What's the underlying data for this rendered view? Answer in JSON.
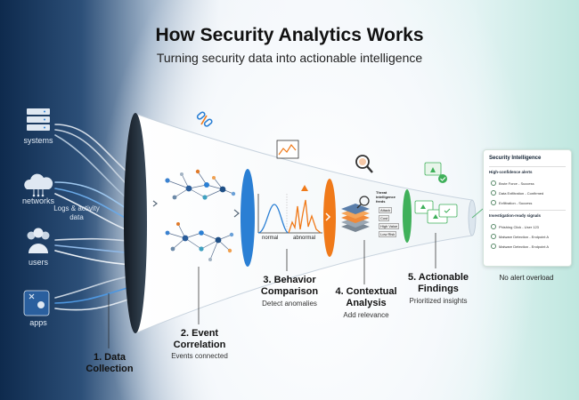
{
  "header": {
    "title": "How Security Analytics Works",
    "subtitle": "Turning security data into actionable intelligence"
  },
  "sources": [
    {
      "label": "systems",
      "icon": "server-rack-icon"
    },
    {
      "label": "networks",
      "icon": "cloud-network-icon"
    },
    {
      "label": "users",
      "icon": "users-icon"
    },
    {
      "label": "apps",
      "icon": "apps-grid-icon"
    }
  ],
  "flow_label": "Logs & activity data",
  "steps": [
    {
      "title": "1. Data Collection",
      "subtitle": ""
    },
    {
      "title": "2. Event Correlation",
      "subtitle": "Events connected"
    },
    {
      "title": "3. Behavior Comparison",
      "subtitle": "Detect anomalies"
    },
    {
      "title": "4. Contextual Analysis",
      "subtitle": "Add relevance"
    },
    {
      "title": "5. Actionable Findings",
      "subtitle": "Prioritized insights"
    }
  ],
  "behavior_chart": {
    "normal_label": "normal",
    "abnormal_label": "abnormal"
  },
  "intel": {
    "label": "Threat intelligence feeds",
    "severity_tags": [
      "Attack",
      "Cost",
      "High Value",
      "Low Risk"
    ]
  },
  "panel": {
    "title": "Security Intelligence",
    "high_conf_title": "High-confidence alerts",
    "high_conf_items": [
      "Brute Force - Success",
      "Data Exfiltration - Confirmed",
      "Exfiltration - Success"
    ],
    "signals_title": "Investigation-ready signals",
    "signals_items": [
      "Phishing Click - User 123",
      "Malware Detection - Endpoint A",
      "Malware Detection - Endpoint A"
    ]
  },
  "footer_note": "No alert overload",
  "colors": {
    "blue": "#2a7fd4",
    "orange": "#f07a1a",
    "green": "#3fb05a",
    "funnel_dark": "#1f2a36"
  }
}
